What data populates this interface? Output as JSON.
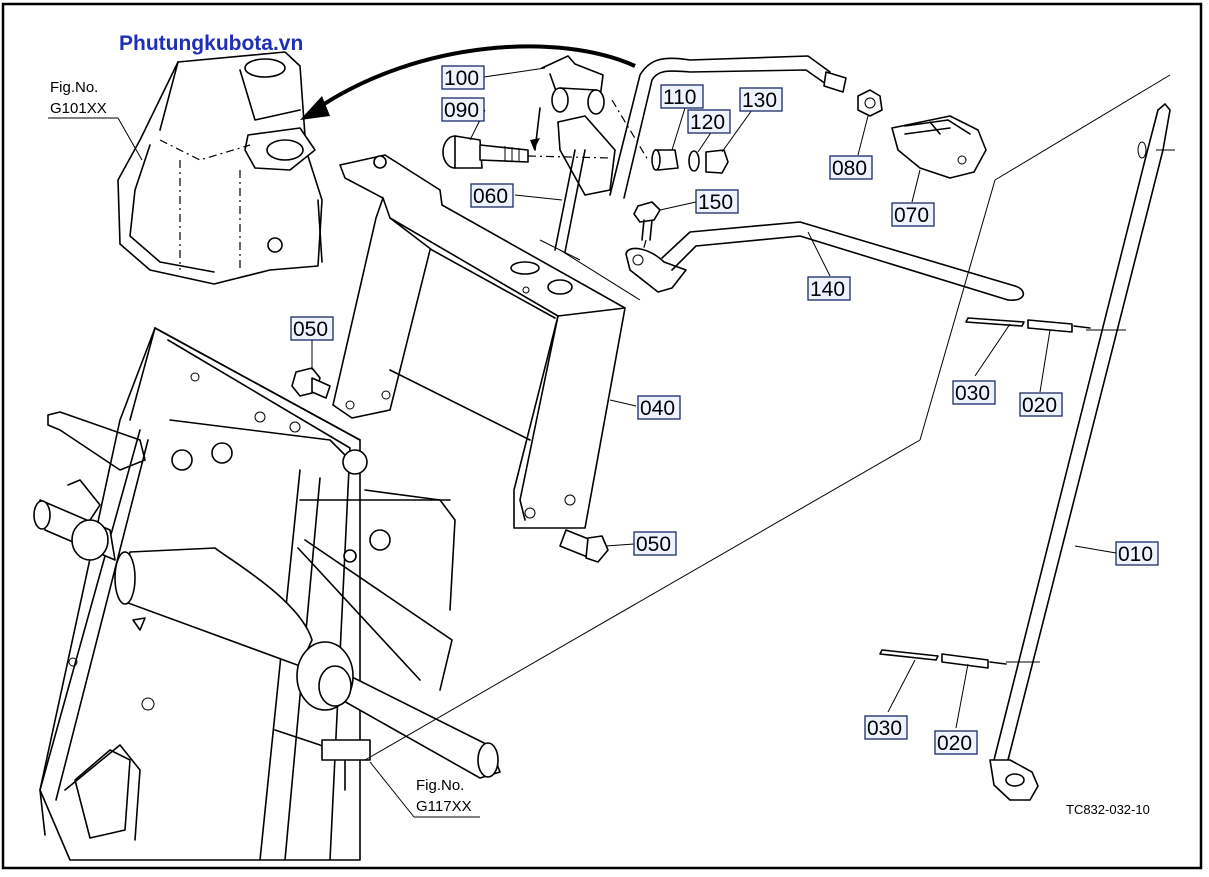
{
  "watermark": "Phutungkubota.vn",
  "figure_refs": [
    {
      "label": "Fig.No.",
      "number": "G101XX"
    },
    {
      "label": "Fig.No.",
      "number": "G117XX"
    }
  ],
  "drawing_code": "TC832-032-10",
  "parts": [
    {
      "id": "100"
    },
    {
      "id": "090"
    },
    {
      "id": "110"
    },
    {
      "id": "120"
    },
    {
      "id": "130"
    },
    {
      "id": "080"
    },
    {
      "id": "070"
    },
    {
      "id": "060"
    },
    {
      "id": "150"
    },
    {
      "id": "140"
    },
    {
      "id": "050"
    },
    {
      "id": "040"
    },
    {
      "id": "050"
    },
    {
      "id": "030"
    },
    {
      "id": "020"
    },
    {
      "id": "010"
    },
    {
      "id": "030"
    },
    {
      "id": "020"
    }
  ],
  "colors": {
    "watermark": "#1f2fb8",
    "callout_border": "#1a2a66",
    "callout_fill": "#eef3ff"
  }
}
